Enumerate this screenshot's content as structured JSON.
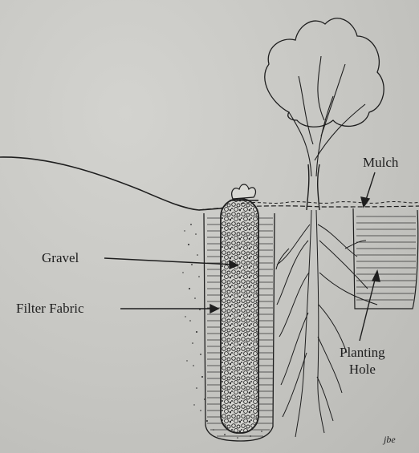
{
  "labels": {
    "gravel": "Gravel",
    "filter_fabric": "Filter Fabric",
    "mulch": "Mulch",
    "planting_line1": "Planting",
    "planting_line2": "Hole"
  },
  "signature": "jbe",
  "colors": {
    "background": "#c9c9c5",
    "ink": "#1e1e1e"
  }
}
